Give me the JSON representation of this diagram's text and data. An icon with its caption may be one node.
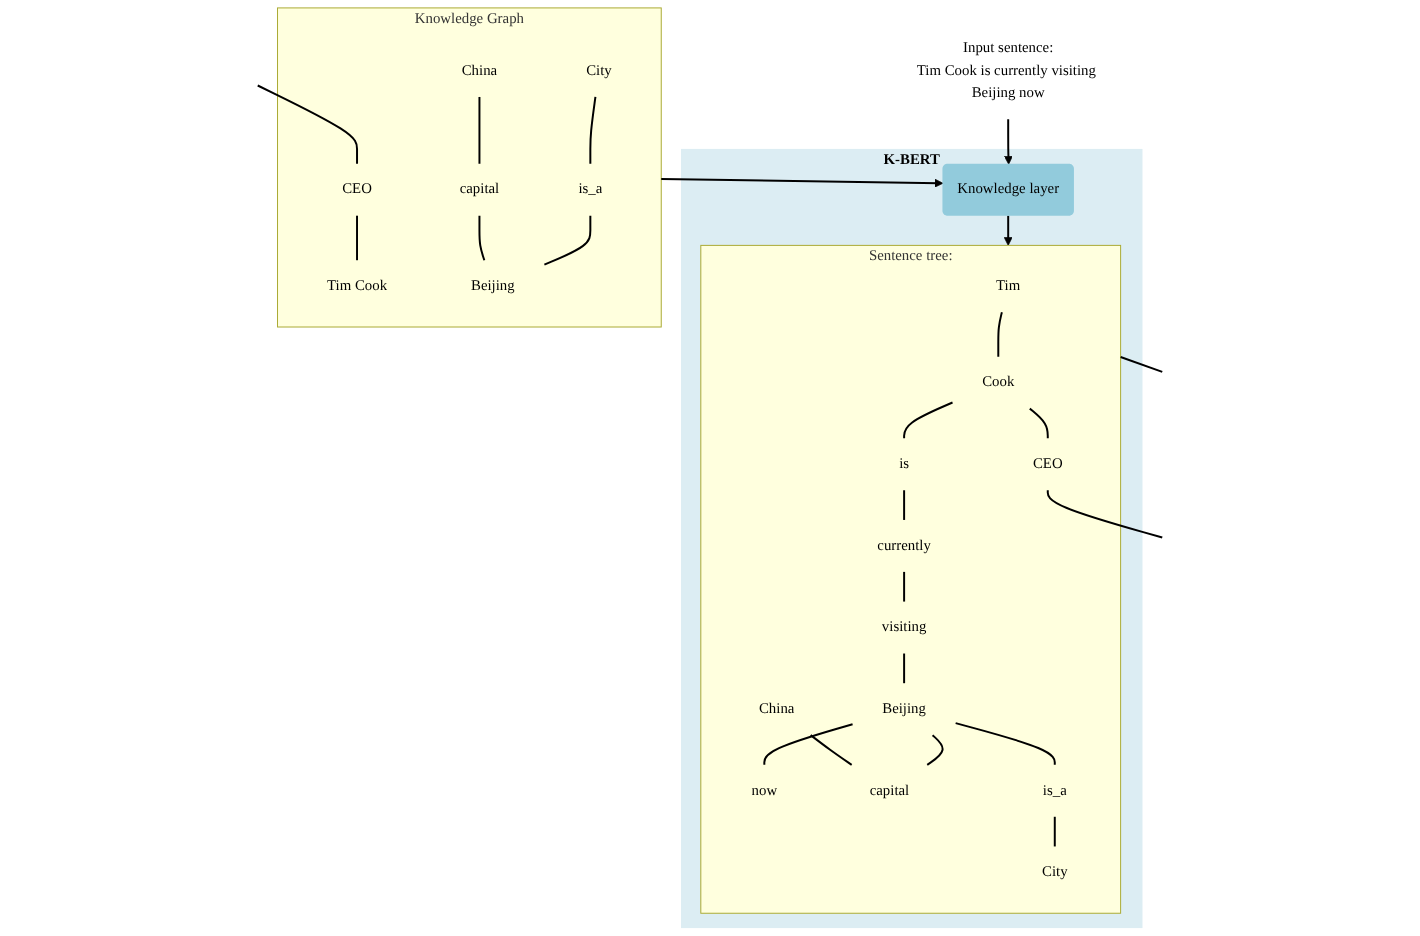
{
  "diagram": {
    "nodes": [
      {
        "text": [
          "Input sentence:",
          "Tim Cook is currently visiting Beijing now"
        ]
      },
      {
        "text": [
          "K-BERT"
        ]
      },
      {
        "text": [
          "Knowledge layer"
        ],
        "in": 1
      },
      {
        "text": [
          "Sentence tree:"
        ],
        "in": 1
      },
      {
        "text": [
          "Tim"
        ],
        "in": 3
      },
      {
        "text": [
          "Cook"
        ],
        "in": 3
      },
      {
        "text": [
          "is"
        ],
        "in": 3
      },
      {
        "text": [
          "currently"
        ],
        "in": 3
      },
      {
        "text": [
          "visiting"
        ],
        "in": 3
      },
      {
        "text": [
          "Beijing"
        ],
        "in": 3
      },
      {
        "text": [
          "now"
        ],
        "in": 3
      },
      {
        "text": [
          "CEO"
        ],
        "in": 3
      },
      {
        "text": [
          "China"
        ],
        "in": 3
      },
      {
        "text": [
          "capital"
        ],
        "in": 3
      },
      {
        "text": [
          "is_a"
        ],
        "in": 3
      },
      {
        "text": [
          "City"
        ],
        "in": 3
      },
      {
        "text": [
          "Knowledge Graph"
        ]
      },
      {
        "text": [
          "City"
        ],
        "in": 16
      },
      {
        "text": [
          "CEO"
        ],
        "in": 16
      },
      {
        "text": [
          "is_a"
        ],
        "in": 16
      },
      {
        "text": [
          "Tim Cook"
        ],
        "in": 16
      },
      {
        "text": [
          "Beijing"
        ],
        "in": 16
      },
      {
        "text": [
          "China"
        ],
        "in": 16
      },
      {
        "text": [
          "capital"
        ],
        "in": 16
      }
    ],
    "edges": [
      {
        "from": 0,
        "to": 2,
        "arrow": "to"
      },
      {
        "from": 16,
        "to": 2,
        "arrow": "to"
      },
      {
        "from": 2,
        "to": 3,
        "arrow": "to"
      },
      {
        "from": 4,
        "to": 5,
        "arrow": "none"
      },
      {
        "from": 5,
        "to": 6,
        "arrow": "none"
      },
      {
        "from": 6,
        "to": 7,
        "arrow": "none"
      },
      {
        "from": 7,
        "to": 8,
        "arrow": "none"
      },
      {
        "from": 8,
        "to": 9,
        "arrow": "none"
      },
      {
        "from": 9,
        "to": 10,
        "arrow": "none"
      },
      {
        "from": 5,
        "to": 11,
        "arrow": "none"
      },
      {
        "from": 11,
        "to": null,
        "arrow": "none"
      },
      {
        "from": 9,
        "to": 13,
        "arrow": "none"
      },
      {
        "from": 9,
        "to": 14,
        "arrow": "none"
      },
      {
        "from": 12,
        "to": 13,
        "arrow": "none"
      },
      {
        "from": 14,
        "to": 15,
        "arrow": "none"
      },
      {
        "from": null,
        "to": 18,
        "arrow": "none"
      },
      {
        "from": 18,
        "to": 20,
        "arrow": "none"
      },
      {
        "from": 17,
        "to": 19,
        "arrow": "none"
      },
      {
        "from": 19,
        "to": 21,
        "arrow": "none"
      },
      {
        "from": 22,
        "to": 23,
        "arrow": "none"
      },
      {
        "from": 23,
        "to": 21,
        "arrow": "none"
      },
      {
        "from": 3,
        "to": null,
        "arrow": "none"
      }
    ]
  }
}
